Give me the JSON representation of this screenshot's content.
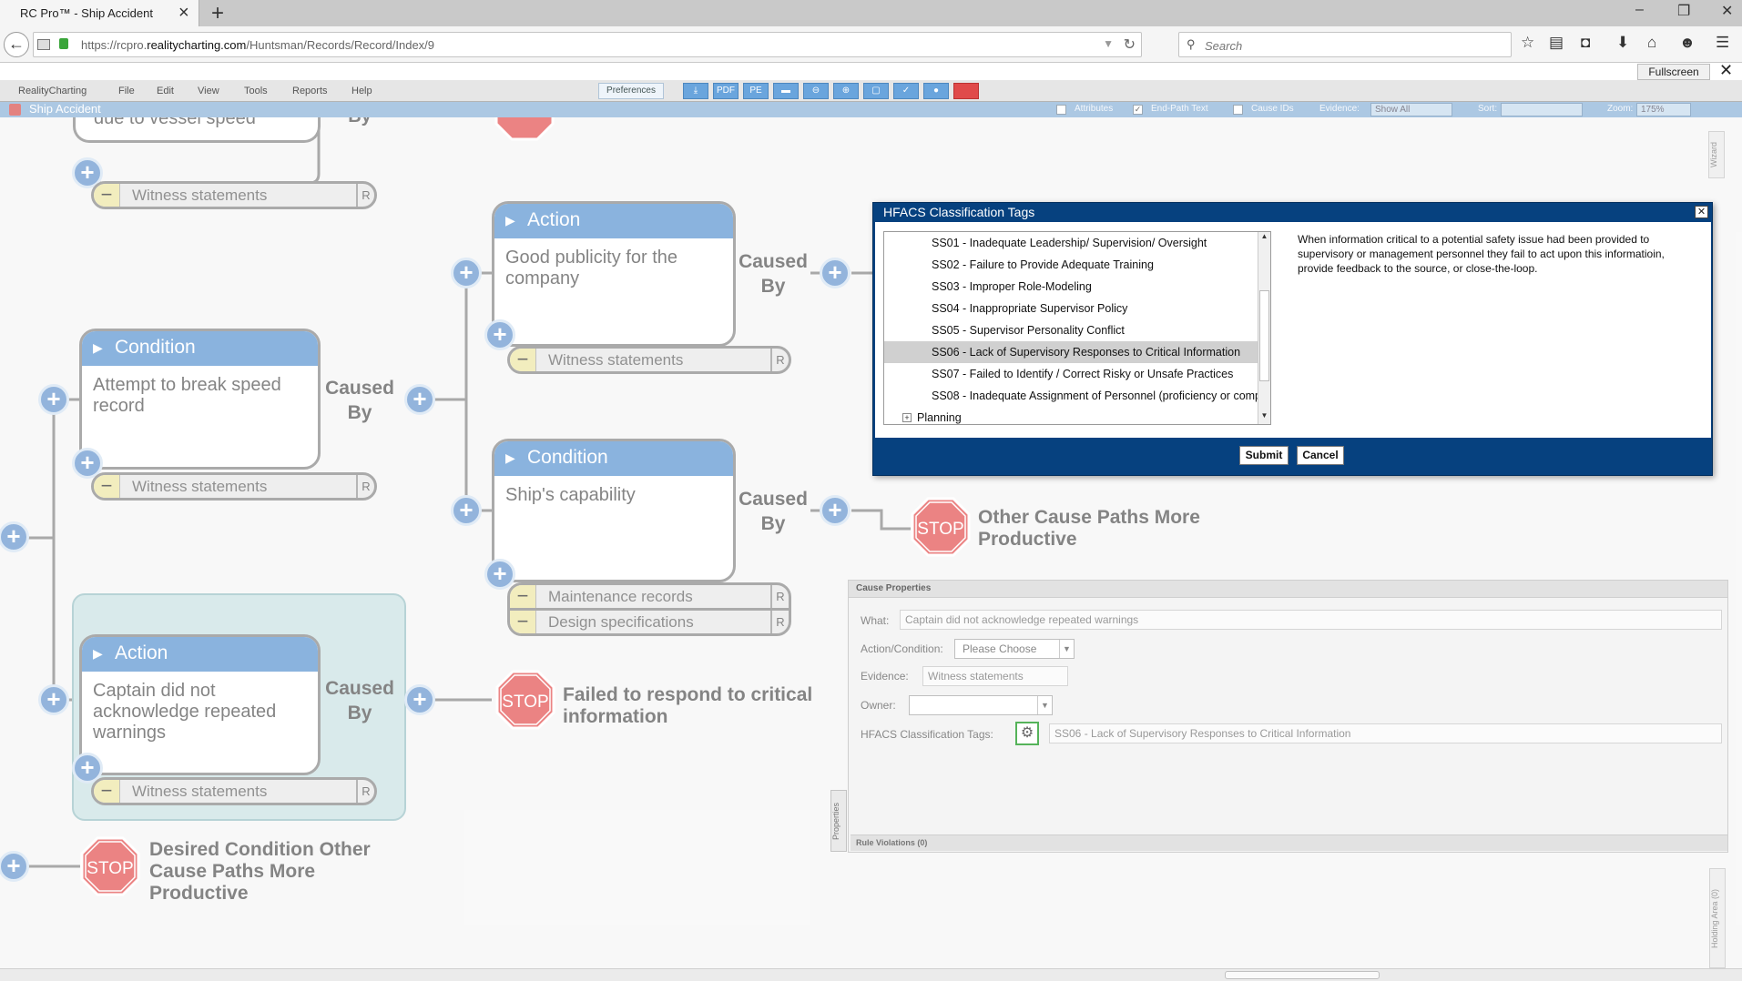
{
  "browser": {
    "tab_title": "RC Pro™ - Ship Accident",
    "url_prefix": "https://rcpro.",
    "url_domain": "realitycharting.com",
    "url_path": "/Huntsman/Records/Record/Index/9",
    "search_placeholder": "Search",
    "fullscreen_label": "Fullscreen"
  },
  "menu": {
    "items": [
      "RealityCharting",
      "File",
      "Edit",
      "View",
      "Tools",
      "Reports",
      "Help"
    ],
    "preferences_label": "Preferences",
    "toolbar": [
      "⤓",
      "PDF",
      "PE",
      "▬",
      "⊖",
      "⊕",
      "▢",
      "✓",
      "●",
      ""
    ]
  },
  "doc": {
    "title": "Ship Accident",
    "attributes_label": "Attributes",
    "endpath_label": "End-Path Text",
    "causeids_label": "Cause IDs",
    "evidence_label": "Evidence:",
    "evidence_value": "Show All",
    "sort_label": "Sort:",
    "sort_value": "",
    "zoom_label": "Zoom:",
    "zoom_value": "175%"
  },
  "chart": {
    "caused_by": "Caused By",
    "plus_symbol": "+",
    "minus_symbol": "−",
    "r_label": "R",
    "stop_label": "STOP",
    "top_evidence": "Witness statements",
    "top_partial_text": "due to vessel speed",
    "nodes": [
      {
        "type": "Action",
        "text": "Good publicity for the company",
        "evidence": [
          "Witness statements"
        ]
      },
      {
        "type": "Condition",
        "text": "Attempt to break speed record",
        "evidence": [
          "Witness statements"
        ]
      },
      {
        "type": "Condition",
        "text": "Ship's capability",
        "evidence": [
          "Maintenance records",
          "Design specifications"
        ]
      },
      {
        "type": "Action",
        "text": "Captain did not acknowledge repeated warnings",
        "evidence": [
          "Witness statements"
        ]
      }
    ],
    "stops": [
      {
        "text": "Other Cause Paths More Productive"
      },
      {
        "text": "Failed to respond to critical information"
      },
      {
        "text": "Desired Condition Other Cause Paths More Productive"
      }
    ]
  },
  "properties": {
    "header": "Cause Properties",
    "what_label": "What:",
    "what_value": "Captain did not acknowledge repeated warnings",
    "ac_label": "Action/Condition:",
    "ac_value": "Please Choose",
    "evidence_label": "Evidence:",
    "evidence_value": "Witness statements",
    "owner_label": "Owner:",
    "owner_value": "",
    "hfacs_label": "HFACS Classification Tags:",
    "hfacs_value": "SS06 - Lack of Supervisory Responses to Critical Information",
    "rule_violations": "Rule Violations (0)",
    "properties_tab": "Properties",
    "wizard_tab": "Wizard",
    "holding_tab": "Holding Area (0)"
  },
  "dialog": {
    "title": "HFACS Classification Tags",
    "close": "✕",
    "items": [
      "SS01 - Inadequate Leadership/ Supervision/ Oversight",
      "SS02 - Failure to Provide Adequate Training",
      "SS03 - Improper Role-Modeling",
      "SS04 - Inappropriate Supervisor Policy",
      "SS05 - Supervisor Personality Conflict",
      "SS06 - Lack of Supervisory Responses to Critical Information",
      "SS07 - Failed to Identify / Correct Risky or Unsafe Practices",
      "SS08 - Inadequate Assignment of Personnel (proficiency or comp"
    ],
    "selected_index": 5,
    "group_label": "Planning",
    "group_toggle": "+",
    "description": "When information critical to a potential safety issue had been provided to supervisory or management personnel they fail to act upon this informatioin, provide feedback to the source, or close-the-loop.",
    "submit_label": "Submit",
    "cancel_label": "Cancel"
  }
}
